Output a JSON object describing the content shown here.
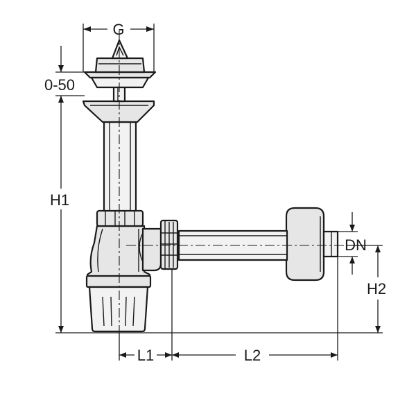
{
  "labels": {
    "g": "G",
    "offset": "0-50",
    "h1": "H1",
    "dn": "DN",
    "h2": "H2",
    "l1": "L1",
    "l2": "L2"
  }
}
